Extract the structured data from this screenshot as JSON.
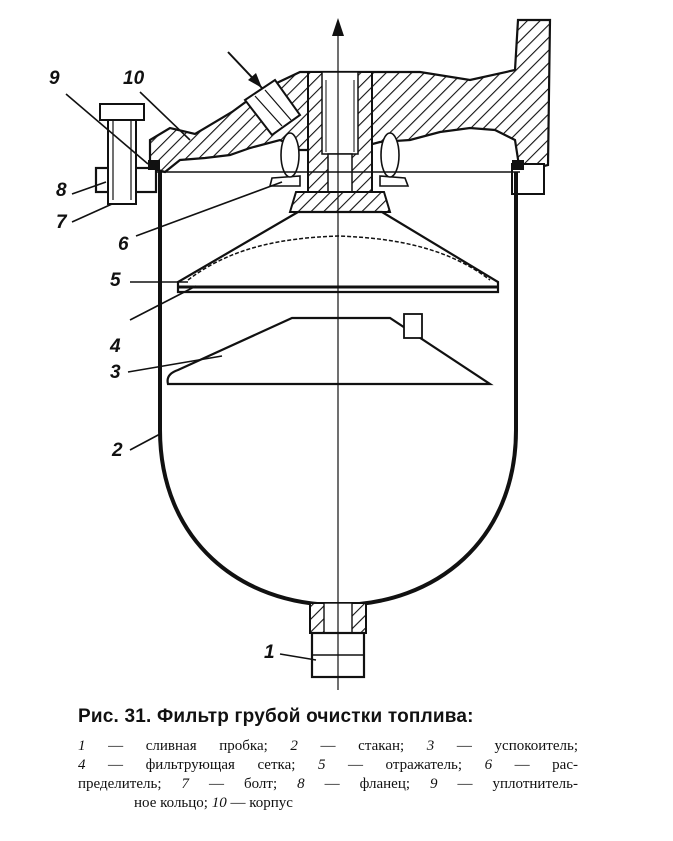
{
  "figure": {
    "callouts": [
      "1",
      "2",
      "3",
      "4",
      "5",
      "6",
      "7",
      "8",
      "9",
      "10"
    ]
  },
  "caption": {
    "title": "Рис. 31. Фильтр грубой очистки топлива:",
    "legend_lines": [
      [
        {
          "n": "1",
          "t": " — сливная пробка; "
        },
        {
          "n": "2",
          "t": " — стакан; "
        },
        {
          "n": "3",
          "t": " — успокоитель;"
        }
      ],
      [
        {
          "n": "4",
          "t": " — фильтрующая сетка; "
        },
        {
          "n": "5",
          "t": " — отражатель; "
        },
        {
          "n": "6",
          "t": " — рас-"
        }
      ],
      [
        {
          "n": "",
          "t": "пределитель; "
        },
        {
          "n": "7",
          "t": " — болт; "
        },
        {
          "n": "8",
          "t": " — фланец; "
        },
        {
          "n": "9",
          "t": " — уплотнитель-"
        }
      ],
      [
        {
          "n": "",
          "t": "ное кольцо; "
        },
        {
          "n": "10",
          "t": " — корпус"
        }
      ]
    ]
  }
}
